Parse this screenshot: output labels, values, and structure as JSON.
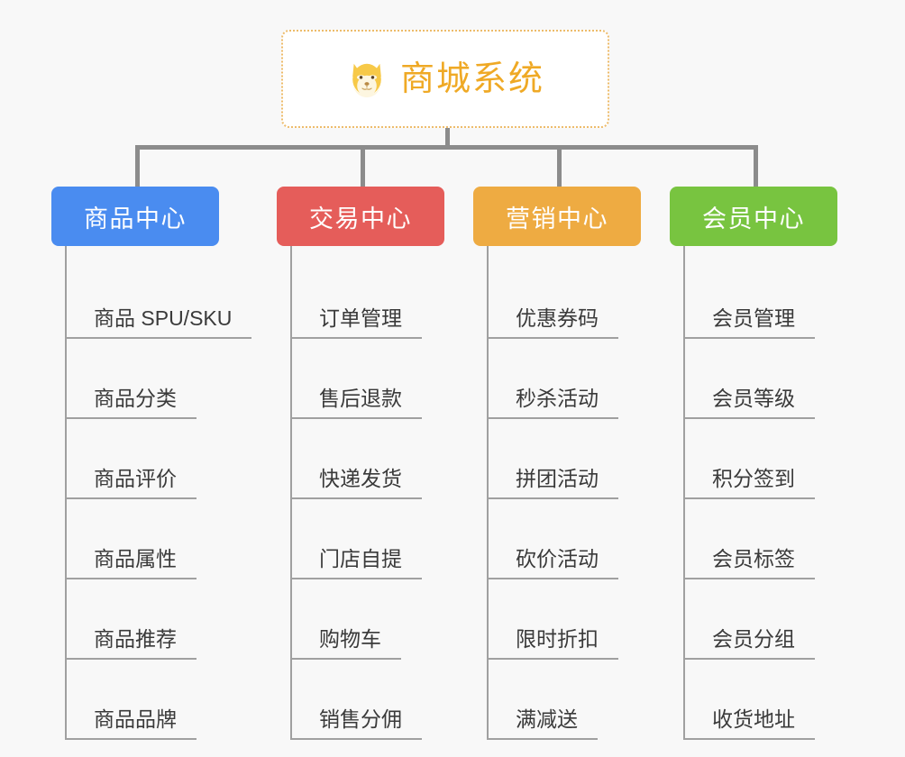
{
  "root": {
    "icon": "shiba-dog-icon",
    "title": "商城系统",
    "accent_color": "#efa925",
    "border_color": "#edbb6a",
    "background": "#ffffff"
  },
  "page": {
    "background": "#f8f8f8",
    "connector_color": "#8c8c8c",
    "leaf_line_color": "#a0a0a0",
    "leaf_text_color": "#3a3a3a"
  },
  "columns": [
    {
      "header": "商品中心",
      "color": "#4a8cf0",
      "items": [
        "商品 SPU/SKU",
        "商品分类",
        "商品评价",
        "商品属性",
        "商品推荐",
        "商品品牌"
      ]
    },
    {
      "header": "交易中心",
      "color": "#e55d5a",
      "items": [
        "订单管理",
        "售后退款",
        "快递发货",
        "门店自提",
        "购物车",
        "销售分佣"
      ]
    },
    {
      "header": "营销中心",
      "color": "#eeab42",
      "items": [
        "优惠券码",
        "秒杀活动",
        "拼团活动",
        "砍价活动",
        "限时折扣",
        "满减送"
      ]
    },
    {
      "header": "会员中心",
      "color": "#78c440",
      "items": [
        "会员管理",
        "会员等级",
        "积分签到",
        "会员标签",
        "会员分组",
        "收货地址"
      ]
    }
  ]
}
